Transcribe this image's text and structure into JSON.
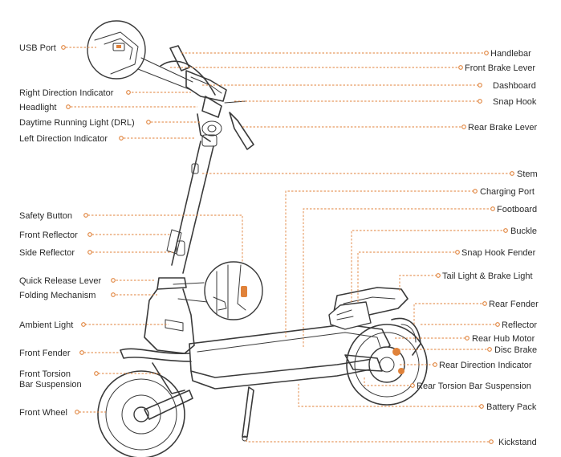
{
  "labels": {
    "usb_port": "USB Port",
    "right_direction_indicator": "Right Direction Indicator",
    "headlight": "Headlight",
    "drl": "Daytime Running Light (DRL)",
    "left_direction_indicator": "Left Direction Indicator",
    "safety_button": "Safety Button",
    "front_reflector": "Front Reflector",
    "side_reflector": "Side Reflector",
    "quick_release_lever": "Quick Release Lever",
    "folding_mechanism": "Folding Mechanism",
    "ambient_light": "Ambient Light",
    "front_fender": "Front Fender",
    "front_torsion_line1": "Front Torsion",
    "front_torsion_line2": "Bar Suspension",
    "front_wheel": "Front Wheel",
    "handlebar": "Handlebar",
    "front_brake_lever": "Front Brake Lever",
    "dashboard": "Dashboard",
    "snap_hook": "Snap Hook",
    "rear_brake_lever": "Rear Brake Lever",
    "stem": "Stem",
    "charging_port": "Charging Port",
    "footboard": "Footboard",
    "buckle": "Buckle",
    "snap_hook_fender": "Snap Hook Fender",
    "tail_light": "Tail Light & Brake Light",
    "rear_fender": "Rear Fender",
    "reflector": "Reflector",
    "rear_hub_motor": "Rear Hub Motor",
    "disc_brake": "Disc Brake",
    "rear_direction_indicator": "Rear Direction Indicator",
    "rear_torsion": "Rear Torsion Bar Suspension",
    "battery_pack": "Battery Pack",
    "kickstand": "Kickstand"
  },
  "colors": {
    "accent": "#e0823a",
    "ink": "#3a3a3a",
    "text": "#2b2b2b"
  }
}
